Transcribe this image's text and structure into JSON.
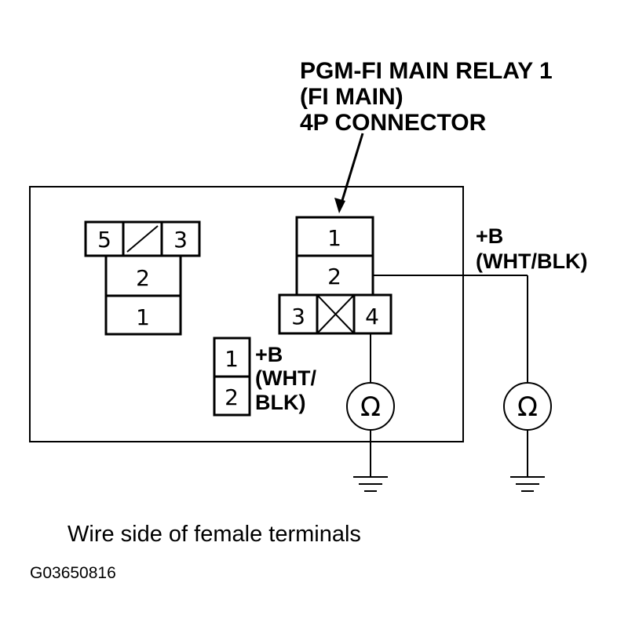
{
  "connector_title": {
    "line1": "PGM-FI MAIN RELAY 1",
    "line2": "(FI MAIN)",
    "line3": "4P CONNECTOR"
  },
  "left_connector": {
    "top_left": "5",
    "top_right": "3",
    "middle": "2",
    "bottom": "1"
  },
  "main_connector": {
    "pin1": "1",
    "pin2": "2",
    "pin3": "3",
    "pin4": "4"
  },
  "small_connector": {
    "pin1": "1",
    "pin2": "2",
    "label_line1": "+B",
    "label_line2": "(WHT/",
    "label_line3": "BLK)"
  },
  "outside_label": {
    "line1": "+B",
    "line2": "(WHT/BLK)"
  },
  "meter_symbol": "Ω",
  "caption": "Wire side of female terminals",
  "figure_code": "G03650816"
}
